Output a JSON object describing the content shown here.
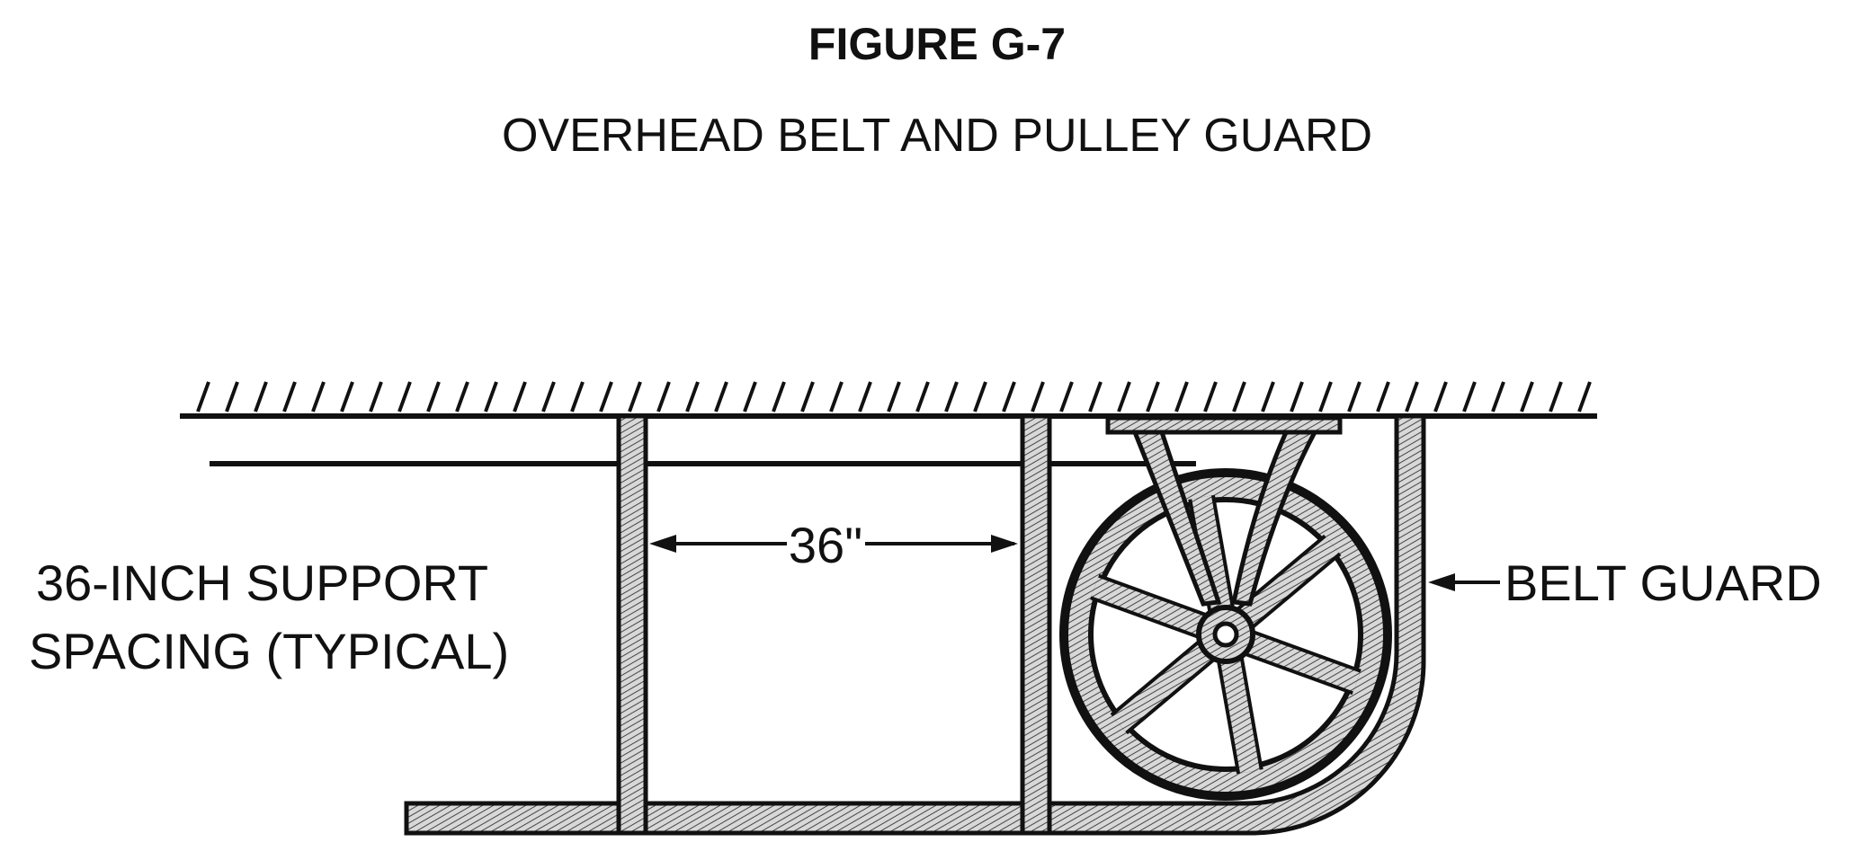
{
  "figure": {
    "title": "FIGURE G-7",
    "subtitle": "OVERHEAD BELT AND PULLEY GUARD"
  },
  "labels": {
    "support_line1": "36-INCH SUPPORT",
    "support_line2": "SPACING (TYPICAL)",
    "dimension": "36\"",
    "belt_guard": "BELT GUARD"
  },
  "colors": {
    "ink": "#111111",
    "background": "#ffffff"
  }
}
